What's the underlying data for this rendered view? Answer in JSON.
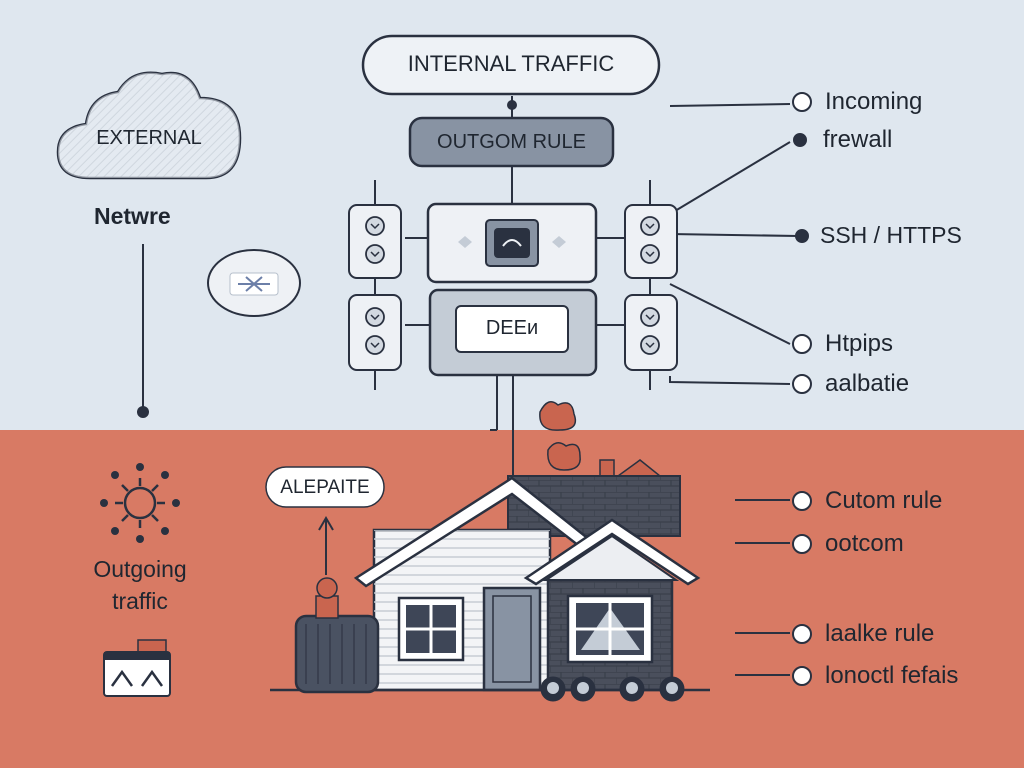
{
  "top_pill": {
    "label": "INTERNAL TRAFFIC"
  },
  "external_cloud": {
    "label": "EXTERNAL"
  },
  "network_label": "Netwre",
  "outgoing_rule_box": {
    "label": "OUTGOM RULE"
  },
  "device_screen": {
    "label": "DEEᴎ"
  },
  "alert_tag": {
    "label": "ALEPAITE"
  },
  "outgoing_traffic_label": {
    "line1": "Outgoing",
    "line2": "traffic"
  },
  "right_legend_top": [
    {
      "label": "Incoming",
      "marker": "hollow"
    },
    {
      "label": "frewall",
      "marker": "filled"
    },
    {
      "label": "SSH / HTTPS",
      "marker": "filled"
    },
    {
      "label": "Htpips",
      "marker": "hollow"
    },
    {
      "label": "aalbatie",
      "marker": "hollow"
    }
  ],
  "right_legend_bottom": [
    {
      "label": "Cutom rule",
      "marker": "hollow"
    },
    {
      "label": "ootcom",
      "marker": "hollow"
    },
    {
      "label": "laalke rule",
      "marker": "hollow"
    },
    {
      "label": "lonoctl fefais",
      "marker": "hollow"
    }
  ],
  "colors": {
    "sky": "#dfe7ef",
    "ground": "#d87a64",
    "outline": "#2a3140",
    "panel": "#c4ccd6",
    "dark_box": "#8893a3"
  },
  "icons": [
    "cloud-icon",
    "network-hub-icon",
    "router-icon",
    "sun-gear-icon",
    "fan-unit-icon",
    "house-icon"
  ]
}
